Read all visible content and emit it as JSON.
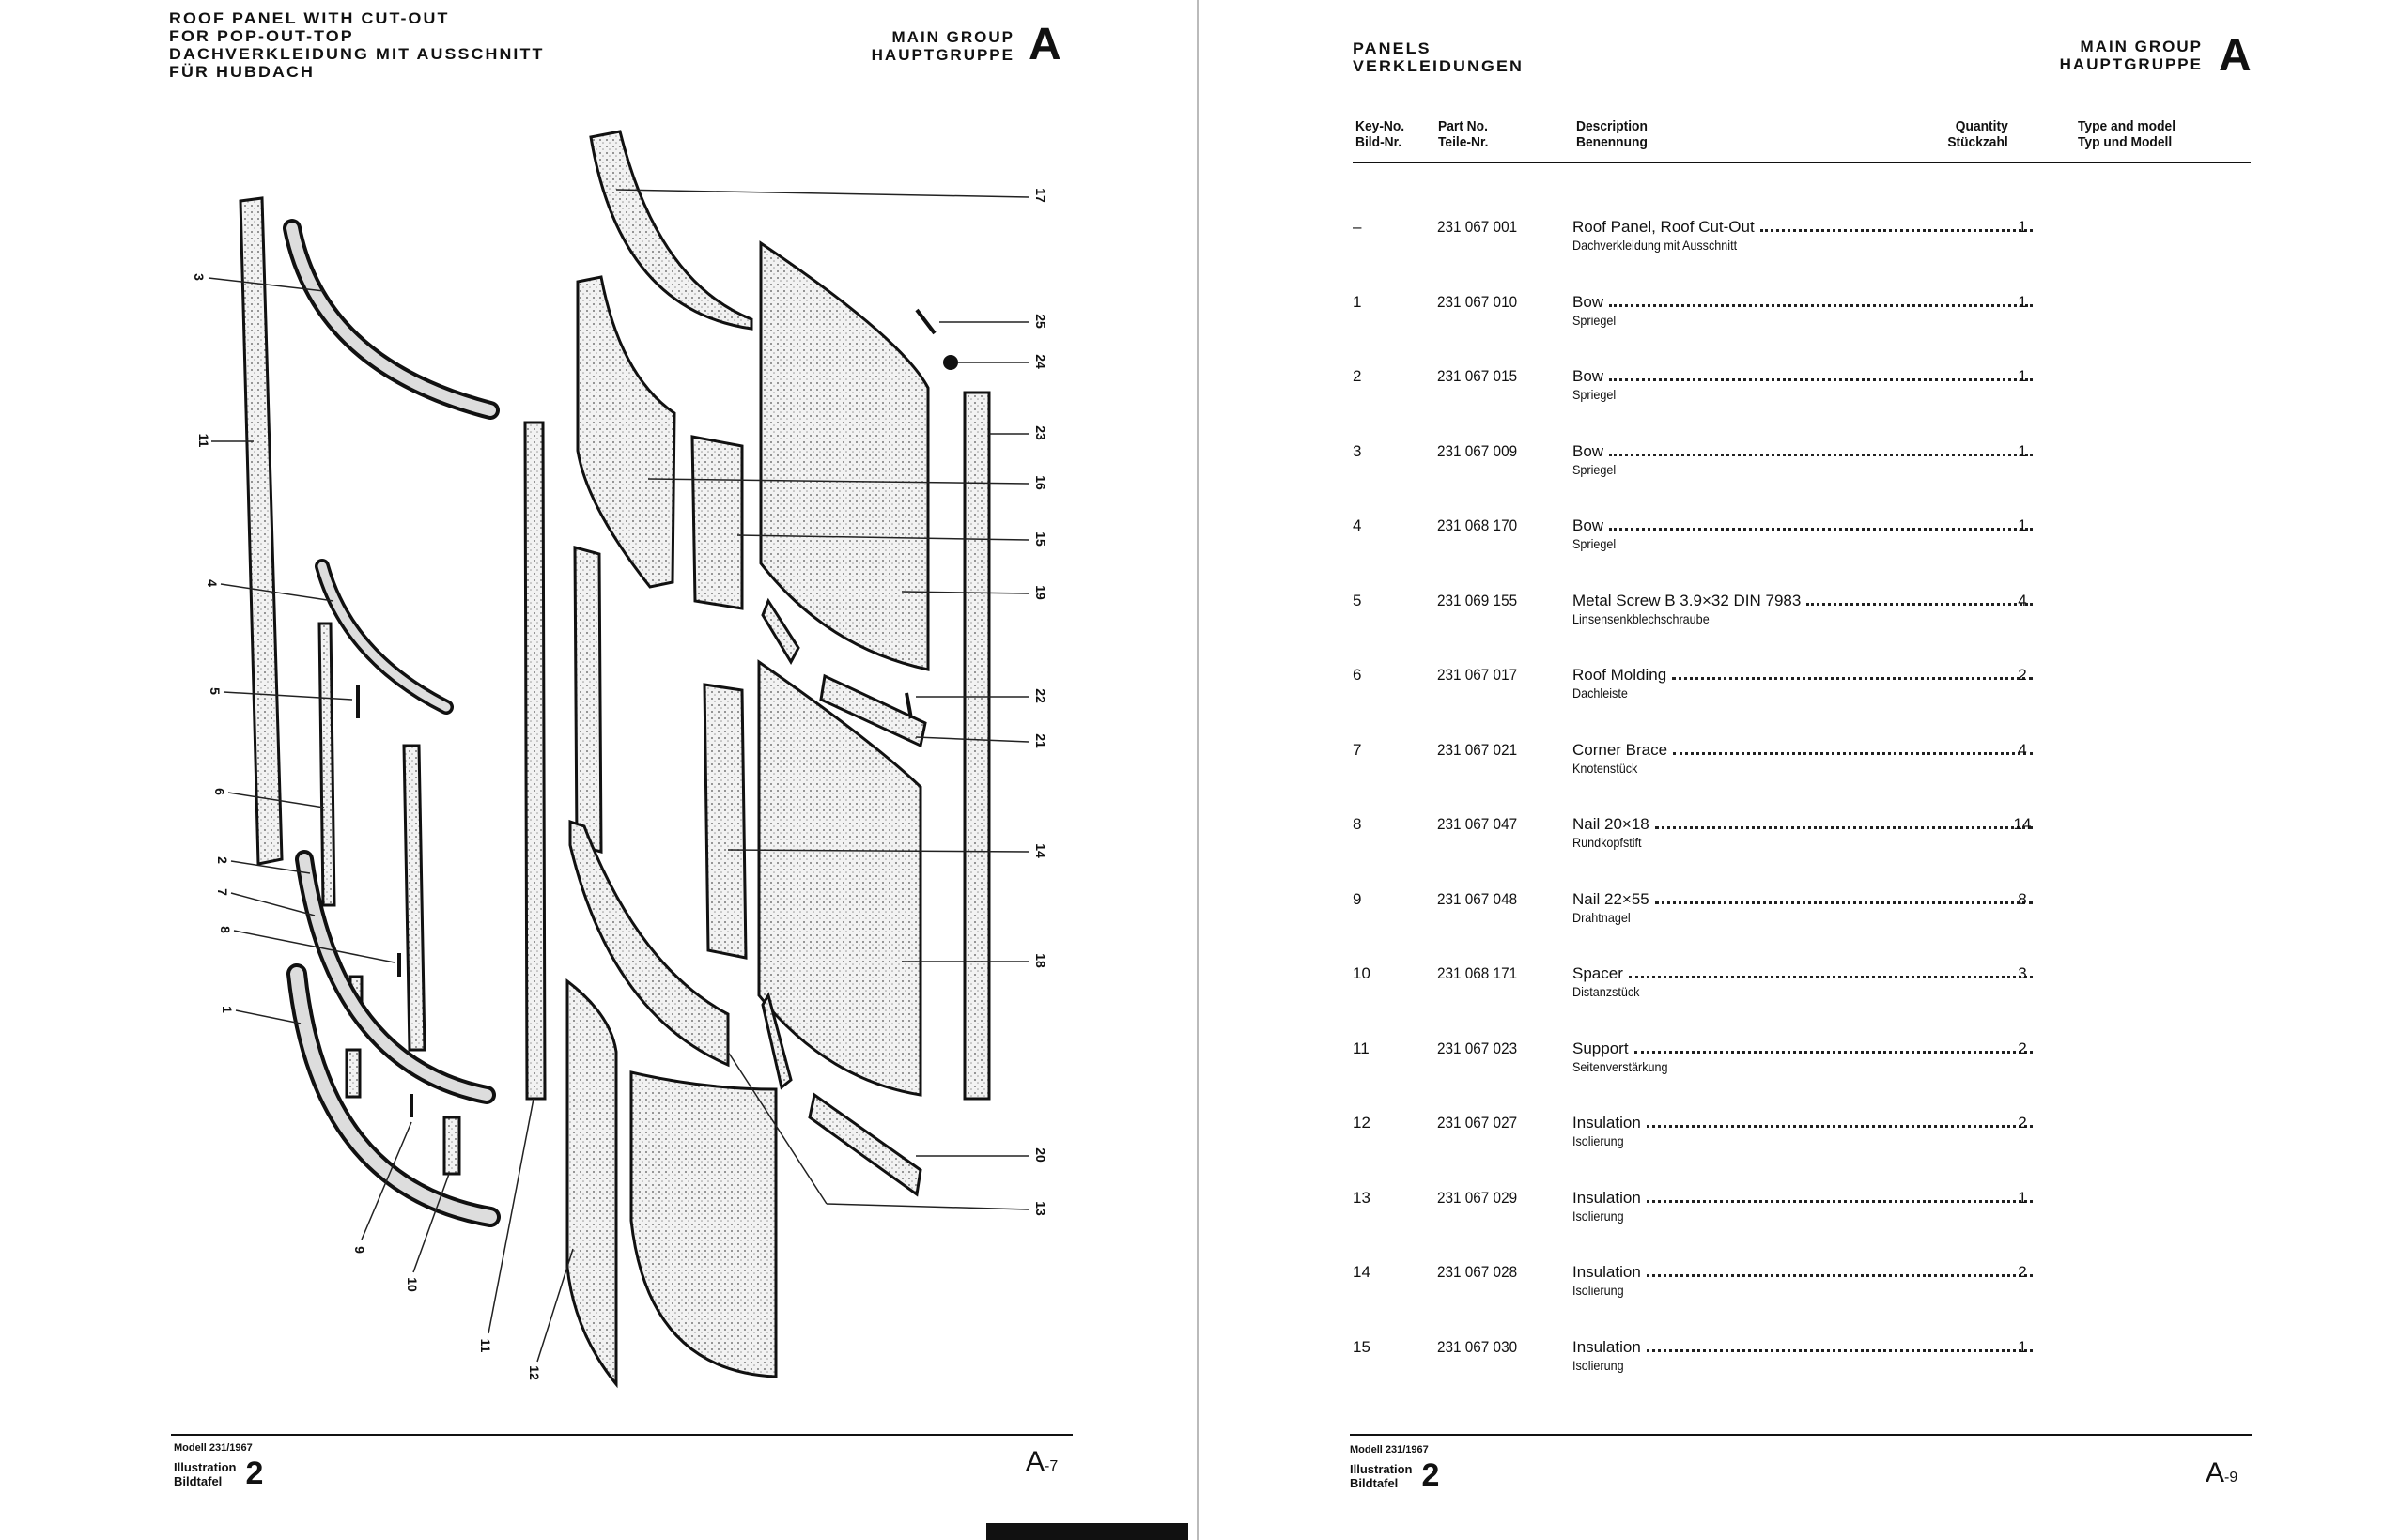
{
  "left_page": {
    "title_lines": [
      "ROOF PANEL WITH CUT-OUT",
      "FOR POP-OUT-TOP",
      "DACHVERKLEIDUNG MIT AUSSCHNITT",
      "FÜR HUBDACH"
    ],
    "main_group": "MAIN GROUP",
    "hauptgruppe": "HAUPTGRUPPE",
    "group_letter": "A",
    "callouts": [
      "17",
      "25",
      "24",
      "3",
      "23",
      "11",
      "16",
      "15",
      "19",
      "4",
      "5",
      "22",
      "21",
      "6",
      "14",
      "2",
      "7",
      "8",
      "18",
      "1",
      "20",
      "13",
      "9",
      "10",
      "11",
      "12"
    ],
    "footer": {
      "modell": "Modell 231/1967",
      "illustration": "Illustration",
      "bildtafel": "Bildtafel",
      "number": "2",
      "page_letter": "A",
      "page_number": "-7"
    }
  },
  "right_page": {
    "title_lines": [
      "PANELS",
      "VERKLEIDUNGEN"
    ],
    "main_group": "MAIN GROUP",
    "hauptgruppe": "HAUPTGRUPPE",
    "group_letter": "A",
    "columns": {
      "key": [
        "Key-No.",
        "Bild-Nr."
      ],
      "part": [
        "Part No.",
        "Teile-Nr."
      ],
      "desc": [
        "Description",
        "Benennung"
      ],
      "qty": [
        "Quantity",
        "Stückzahl"
      ],
      "type": [
        "Type and model",
        "Typ und Modell"
      ]
    },
    "rows": [
      {
        "key": "–",
        "part": "231 067 001",
        "en": "Roof Panel, Roof Cut-Out",
        "de": "Dachverkleidung mit Ausschnitt",
        "qty": "1"
      },
      {
        "key": "1",
        "part": "231 067 010",
        "en": "Bow",
        "de": "Spriegel",
        "qty": "1"
      },
      {
        "key": "2",
        "part": "231 067 015",
        "en": "Bow",
        "de": "Spriegel",
        "qty": "1"
      },
      {
        "key": "3",
        "part": "231 067 009",
        "en": "Bow",
        "de": "Spriegel",
        "qty": "1"
      },
      {
        "key": "4",
        "part": "231 068 170",
        "en": "Bow",
        "de": "Spriegel",
        "qty": "1"
      },
      {
        "key": "5",
        "part": "231 069 155",
        "en": "Metal Screw B 3.9×32 DIN 7983",
        "de": "Linsensenkblechschraube",
        "qty": "4"
      },
      {
        "key": "6",
        "part": "231 067 017",
        "en": "Roof Molding",
        "de": "Dachleiste",
        "qty": "2"
      },
      {
        "key": "7",
        "part": "231 067 021",
        "en": "Corner Brace",
        "de": "Knotenstück",
        "qty": "4"
      },
      {
        "key": "8",
        "part": "231 067 047",
        "en": "Nail 20×18",
        "de": "Rundkopfstift",
        "qty": "14"
      },
      {
        "key": "9",
        "part": "231 067 048",
        "en": "Nail 22×55",
        "de": "Drahtnagel",
        "qty": "8"
      },
      {
        "key": "10",
        "part": "231 068 171",
        "en": "Spacer",
        "de": "Distanzstück",
        "qty": "3"
      },
      {
        "key": "11",
        "part": "231 067 023",
        "en": "Support",
        "de": "Seitenverstärkung",
        "qty": "2"
      },
      {
        "key": "12",
        "part": "231 067 027",
        "en": "Insulation",
        "de": "Isolierung",
        "qty": "2"
      },
      {
        "key": "13",
        "part": "231 067 029",
        "en": "Insulation",
        "de": "Isolierung",
        "qty": "1"
      },
      {
        "key": "14",
        "part": "231 067 028",
        "en": "Insulation",
        "de": "Isolierung",
        "qty": "2"
      },
      {
        "key": "15",
        "part": "231 067 030",
        "en": "Insulation",
        "de": "Isolierung",
        "qty": "1"
      }
    ],
    "footer": {
      "modell": "Modell 231/1967",
      "illustration": "Illustration",
      "bildtafel": "Bildtafel",
      "number": "2",
      "page_letter": "A",
      "page_number": "-9"
    }
  }
}
